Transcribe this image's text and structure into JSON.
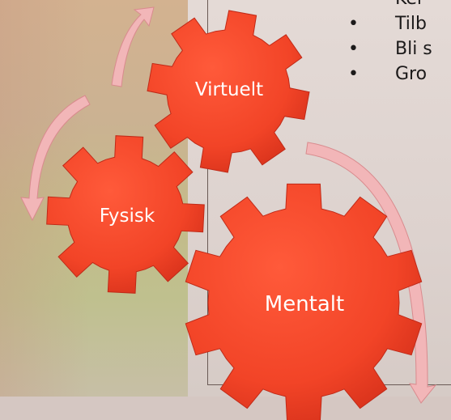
{
  "bullets": [
    {
      "marker": "•",
      "text": "Kel"
    },
    {
      "marker": "•",
      "text": "Tilb"
    },
    {
      "marker": "•",
      "text": "Bli s"
    },
    {
      "marker": "•",
      "text": "Gro"
    }
  ],
  "gears": {
    "virtuelt": "Virtuelt",
    "fysisk": "Fysisk",
    "mentalt": "Mentalt"
  },
  "colors": {
    "gear_fill": "#f24427",
    "gear_stroke": "#c02a18",
    "arrow_fill": "#f2b6b8",
    "arrow_stroke": "#d98b8e"
  }
}
